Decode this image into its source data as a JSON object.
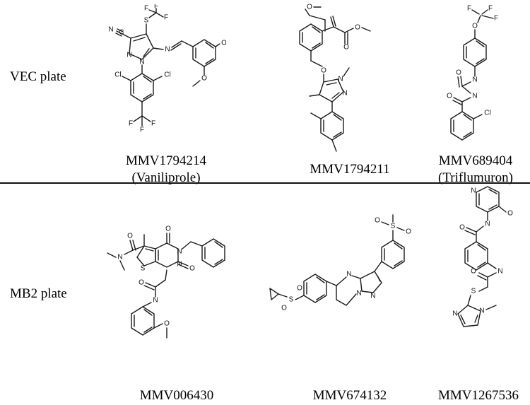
{
  "plates": [
    {
      "name": "VEC plate",
      "compounds": [
        {
          "id": "MMV1794214",
          "common_name": "(Vaniliprole)"
        },
        {
          "id": "MMV1794211",
          "common_name": ""
        },
        {
          "id": "MMV689404",
          "common_name": "(Triflumuron)"
        }
      ]
    },
    {
      "name": "MB2 plate",
      "compounds": [
        {
          "id": "MMV006430",
          "common_name": ""
        },
        {
          "id": "MMV674132",
          "common_name": ""
        },
        {
          "id": "MMV1267536",
          "common_name": ""
        }
      ]
    }
  ],
  "atoms": {
    "F": "F",
    "S": "S",
    "N": "N",
    "O": "O",
    "Cl": "Cl",
    "C": "C"
  }
}
